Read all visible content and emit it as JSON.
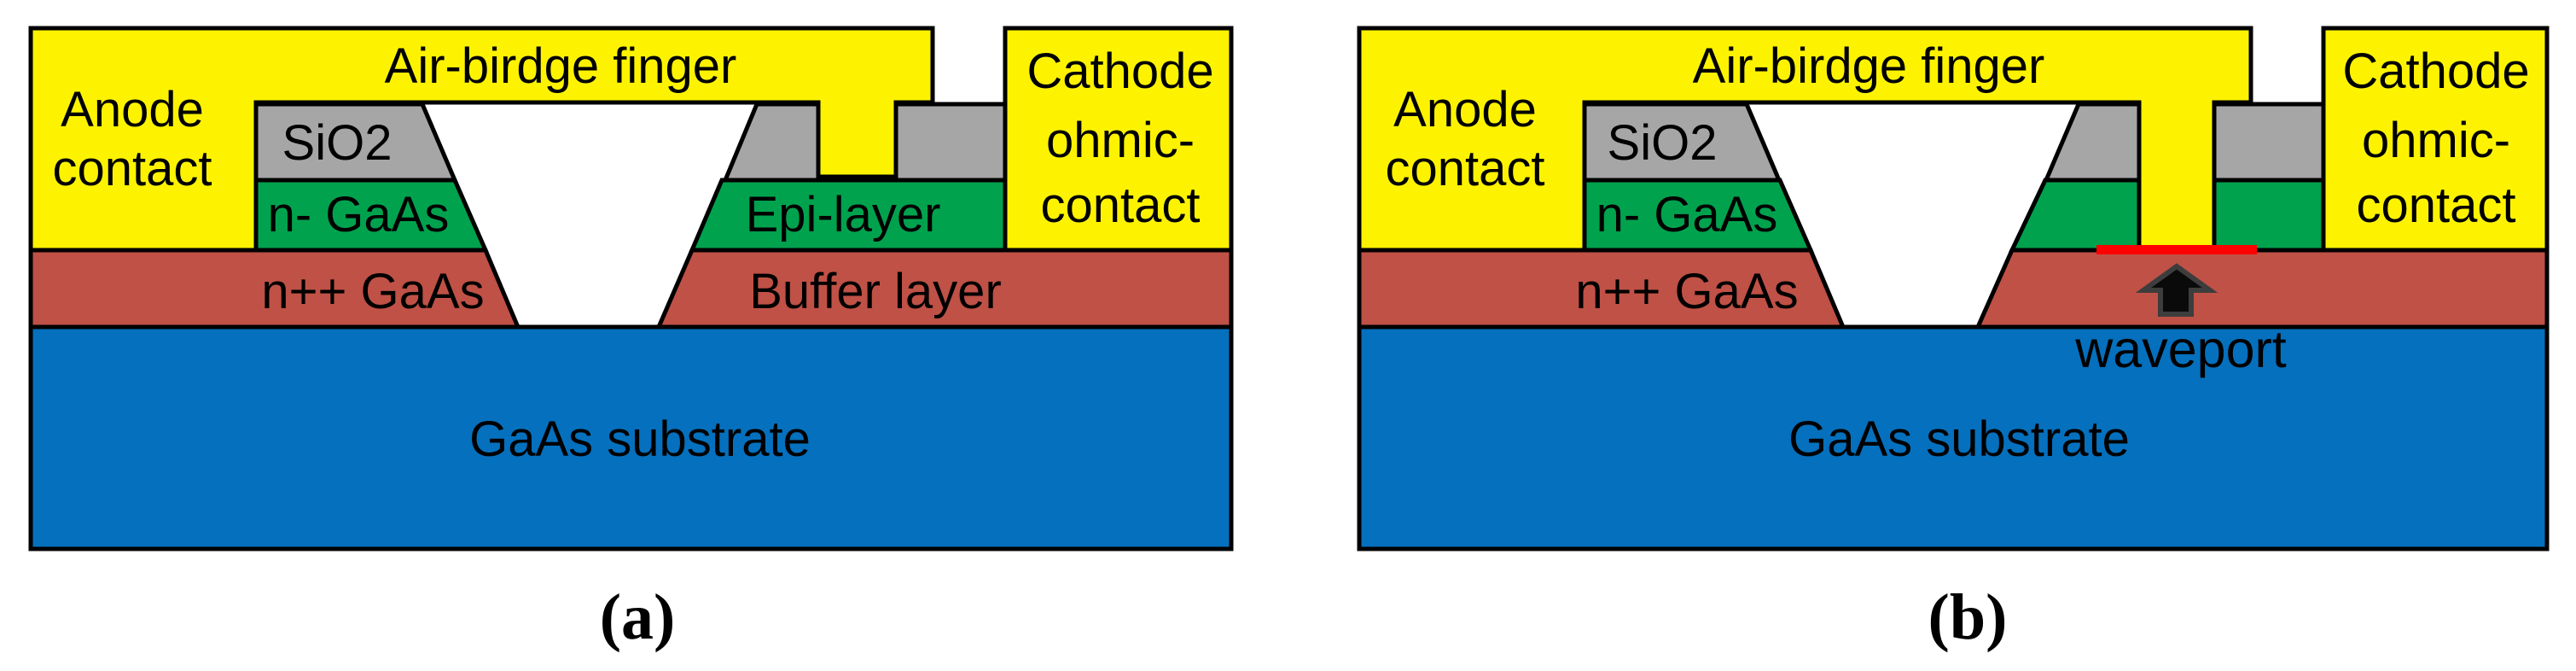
{
  "figure": {
    "description": "Cross-section schematics of an air-bridge Schottky diode structure, panel (a) layer labels and panel (b) waveport excitation location"
  },
  "colors": {
    "metal_yellow": "#fdf300",
    "sio2_gray": "#a6a6a6",
    "epi_green": "#00a24e",
    "buffer_red": "#bf5146",
    "substrate_blue": "#0570bd",
    "waveport_red": "#ff0000",
    "outline_black": "#000000",
    "arrow_fill": "#0a0a0a",
    "arrow_outline": "#3d3d3d",
    "text_black": "#000000",
    "background_white": "#ffffff"
  },
  "diagram_a": {
    "labels": {
      "air_bridge": "Air-birdge finger",
      "anode_line1": "Anode",
      "anode_line2": "contact",
      "sio2": "SiO2",
      "n_minus_gaas": "n- GaAs",
      "epi_layer": "Epi-layer",
      "cathode_line1": "Cathode",
      "cathode_line2": "ohmic-",
      "cathode_line3": "contact",
      "n_plus_gaas": "n++ GaAs",
      "buffer_layer": "Buffer layer",
      "substrate": "GaAs substrate",
      "caption": "(a)"
    }
  },
  "diagram_b": {
    "labels": {
      "air_bridge": "Air-birdge finger",
      "anode_line1": "Anode",
      "anode_line2": "contact",
      "sio2": "SiO2",
      "n_minus_gaas": "n- GaAs",
      "cathode_line1": "Cathode",
      "cathode_line2": "ohmic-",
      "cathode_line3": "contact",
      "n_plus_gaas": "n++ GaAs",
      "waveport": "waveport",
      "substrate": "GaAs substrate",
      "caption": "(b)"
    }
  }
}
